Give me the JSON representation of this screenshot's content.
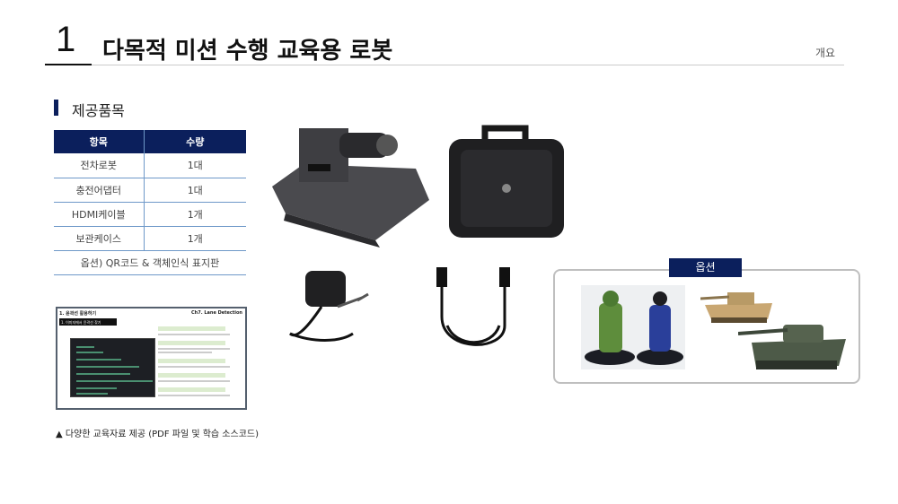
{
  "header": {
    "number": "1",
    "title": "다목적 미션 수행 교육용 로봇",
    "section_label": "개요"
  },
  "section": {
    "title": "제공품목"
  },
  "table": {
    "headers": [
      "항목",
      "수량"
    ],
    "rows": [
      [
        "전차로봇",
        "1대"
      ],
      [
        "충전어댑터",
        "1대"
      ],
      [
        "HDMI케이블",
        "1개"
      ],
      [
        "보관케이스",
        "1개"
      ]
    ],
    "footer": "옵션) QR코드 & 객체인식 표지판"
  },
  "doc_preview": {
    "title": "1. 윤곽선 활용하기",
    "chapter": "Ch7. Lane Detection",
    "subtitle": "1. 이미지에서 윤곽선 찾기"
  },
  "caption": "▲ 다양한 교육자료 제공 (PDF 파일 및 학습 소스코드)",
  "options": {
    "label": "옵션"
  }
}
